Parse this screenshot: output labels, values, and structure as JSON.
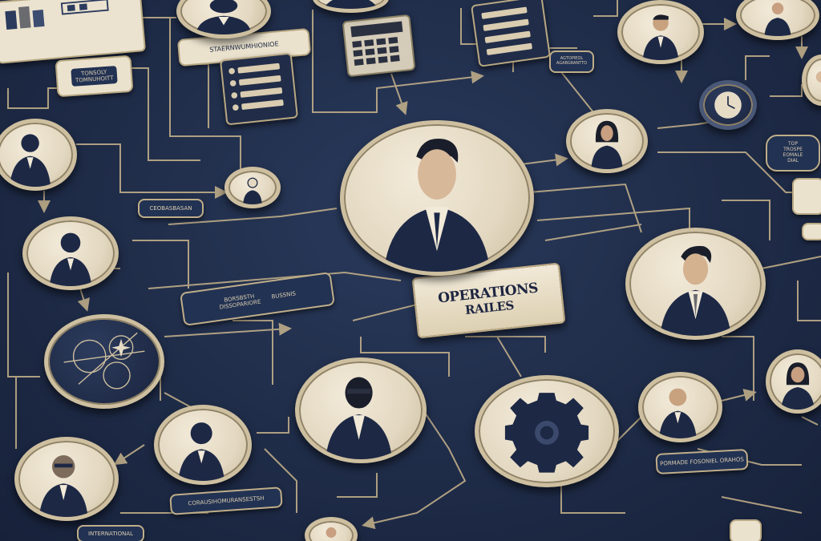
{
  "title": {
    "line1": "OPERATIONS",
    "line2": "RAILES"
  },
  "labels": {
    "top_center": "STAERNWUMHIONIOE",
    "top_left_l1": "TONSOLY",
    "top_left_l2": "TOMNUHOITT",
    "left_mid": "CEOBASBASAN",
    "center_left_l1": "BORSBSTH",
    "center_left_l2": "DISSOPARIORE",
    "center_left_l3": "BUSSNIS",
    "top_right_small_l1": "AGTOPIEOL",
    "top_right_small_l2": "AGABGRANTTO",
    "right_top_l1": "TOP",
    "right_top_l2": "TROSPE",
    "right_top_l3": "EOMALE",
    "right_top_l4": "DIAL",
    "bottom_center_left": "CORAUSIHOMURANSESTSH",
    "bottom_right": "PORMADE FOSONIEL ORAHOS",
    "bottom_left": "INTERNATIONAL"
  },
  "colors": {
    "background": "#1f2c48",
    "line": "#c8b48c",
    "medallion": "#e6dcc6",
    "rim": "#cdbf9f",
    "suit": "#1d2845"
  },
  "icons": [
    "calculator-icon",
    "form-panel-icon",
    "compass-icon",
    "gear-icon",
    "clock-icon",
    "chart-panel-icon"
  ]
}
